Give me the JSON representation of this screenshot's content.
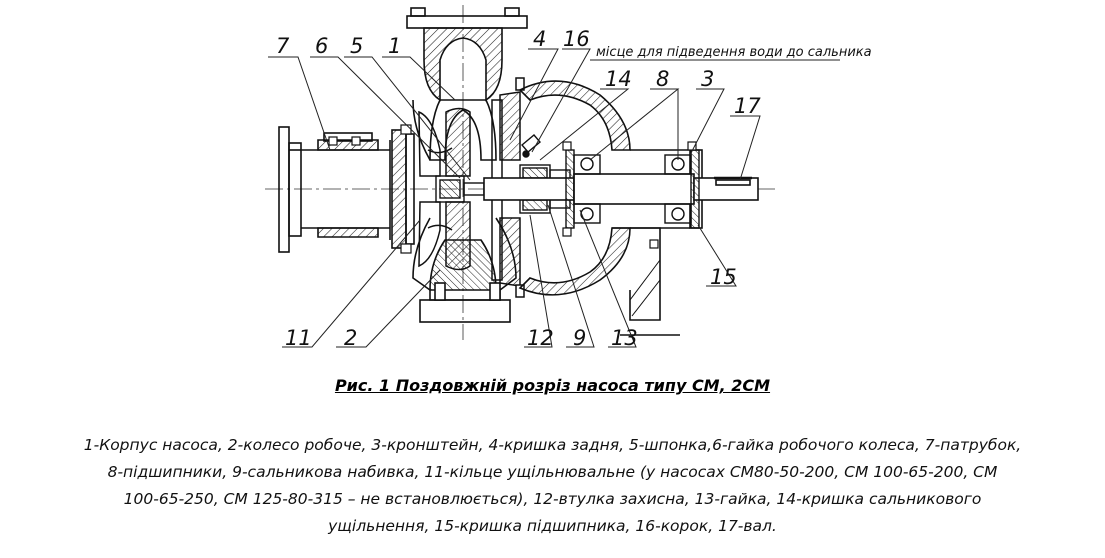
{
  "drawing": {
    "note": "місце для підведення води до сальника",
    "callouts": [
      "7",
      "6",
      "5",
      "1",
      "4",
      "16",
      "14",
      "8",
      "3",
      "17",
      "11",
      "2",
      "12",
      "9",
      "13",
      "15"
    ]
  },
  "figure": {
    "title": "Рис. 1 Поздовжній розріз насоса типу СМ, 2СМ"
  },
  "legend": {
    "lines": [
      "1-Корпус насоса, 2-колесо робоче, 3-кронштейн, 4-кришка задня, 5-шпонка,6-гайка робочого колеса, 7-патрубок,",
      "8-підшипники, 9-сальникова набивка,  11-кільце ущільнювальне (у насосах СМ80-50-200, СМ 100-65-200, СМ",
      "100-65-250, СМ 125-80-315 – не встановлюється), 12-втулка захисна, 13-гайка, 14-кришка сальникового",
      "ущільнення, 15-кришка підшипника, 16-корок, 17-вал."
    ]
  }
}
